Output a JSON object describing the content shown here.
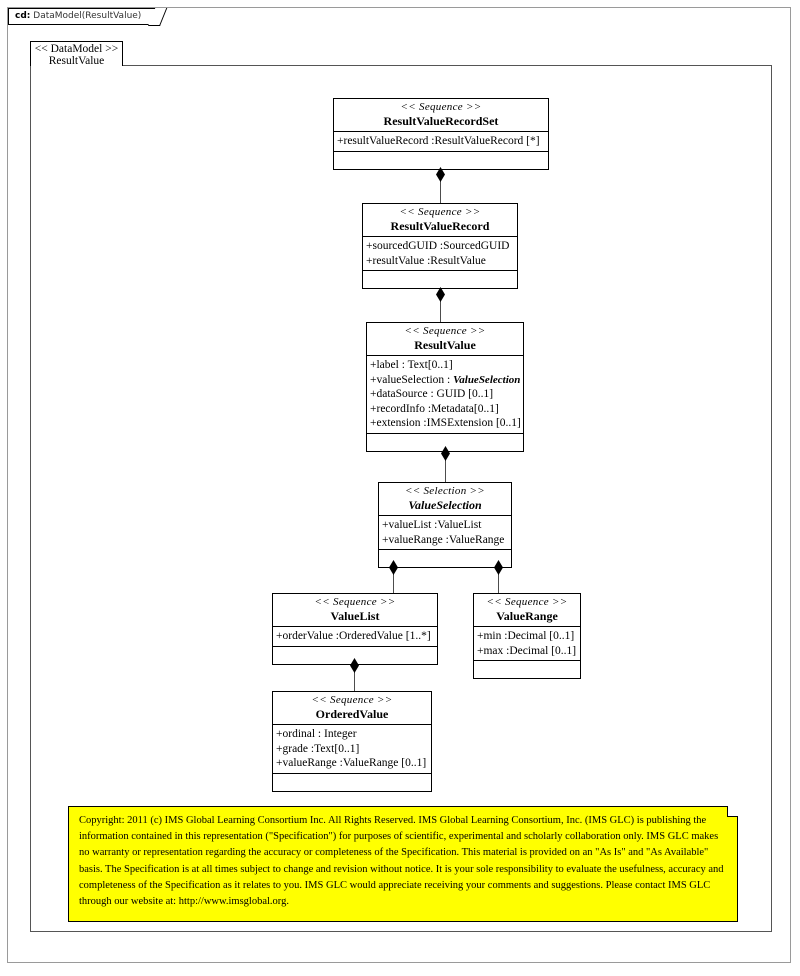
{
  "frame": {
    "kind": "cd:",
    "title": "DataModel(ResultValue)"
  },
  "package": {
    "stereotype": "<< DataModel >>",
    "name": "ResultValue"
  },
  "classes": [
    {
      "id": "result-value-record-set",
      "stereotype": "<< Sequence >>",
      "name": "ResultValueRecordSet",
      "abstract": false,
      "attributes": [
        "+resultValueRecord  :ResultValueRecord  [*]"
      ]
    },
    {
      "id": "result-value-record",
      "stereotype": "<< Sequence >>",
      "name": "ResultValueRecord",
      "abstract": false,
      "attributes": [
        "+sourcedGUID :SourcedGUID",
        "+resultValue  :ResultValue"
      ]
    },
    {
      "id": "result-value",
      "stereotype": "<< Sequence >>",
      "name": "ResultValue",
      "abstract": false,
      "attributes": [
        "+label : Text[0..1]",
        "+valueSelection  : ValueSelection",
        "+dataSource : GUID [0..1]",
        "+recordInfo :Metadata[0..1]",
        "+extension  :IMSExtension  [0..1]"
      ]
    },
    {
      "id": "value-selection",
      "stereotype": "<< Selection  >>",
      "name": "ValueSelection",
      "abstract": true,
      "attributes": [
        "+valueList  :ValueList",
        "+valueRange  :ValueRange"
      ]
    },
    {
      "id": "value-list",
      "stereotype": "<< Sequence >>",
      "name": "ValueList",
      "abstract": false,
      "attributes": [
        "+orderValue :OrderedValue [1..*]"
      ]
    },
    {
      "id": "value-range",
      "stereotype": "<< Sequence >>",
      "name": "ValueRange",
      "abstract": false,
      "attributes": [
        "+min :Decimal [0..1]",
        "+max :Decimal [0..1]"
      ]
    },
    {
      "id": "ordered-value",
      "stereotype": "<< Sequence >>",
      "name": "OrderedValue",
      "abstract": false,
      "attributes": [
        "+ordinal : Integer",
        "+grade :Text[0..1]",
        "+valueRange  :ValueRange  [0..1]"
      ]
    }
  ],
  "note": {
    "text": "Copyright: 2011 (c) IMS Global Learning Consortium Inc.  All Rights Reserved.  IMS Global Learning Consortium, Inc. (IMS GLC) is publishing the information contained in this representation (\"Specification\") for purposes of scientific, experimental and scholarly collaboration only.  IMS GLC makes no warranty or representation regarding  the accuracy or completeness of the Specification.  This material is provided on an \"As Is\" and \"As Available\" basis.  The Specification is at all times subject to change and revision without notice.  It is your sole responsibility to evaluate the usefulness, accuracy and completeness of the Specification as it relates to you.  IMS GLC would appreciate receiving your comments and suggestions.  Please contact IMS GLC through our website at: http://www.imsglobal.org."
  },
  "colors": {
    "note_background": "#ffff00",
    "diagram_background": "#ffffff",
    "line": "#000000"
  }
}
